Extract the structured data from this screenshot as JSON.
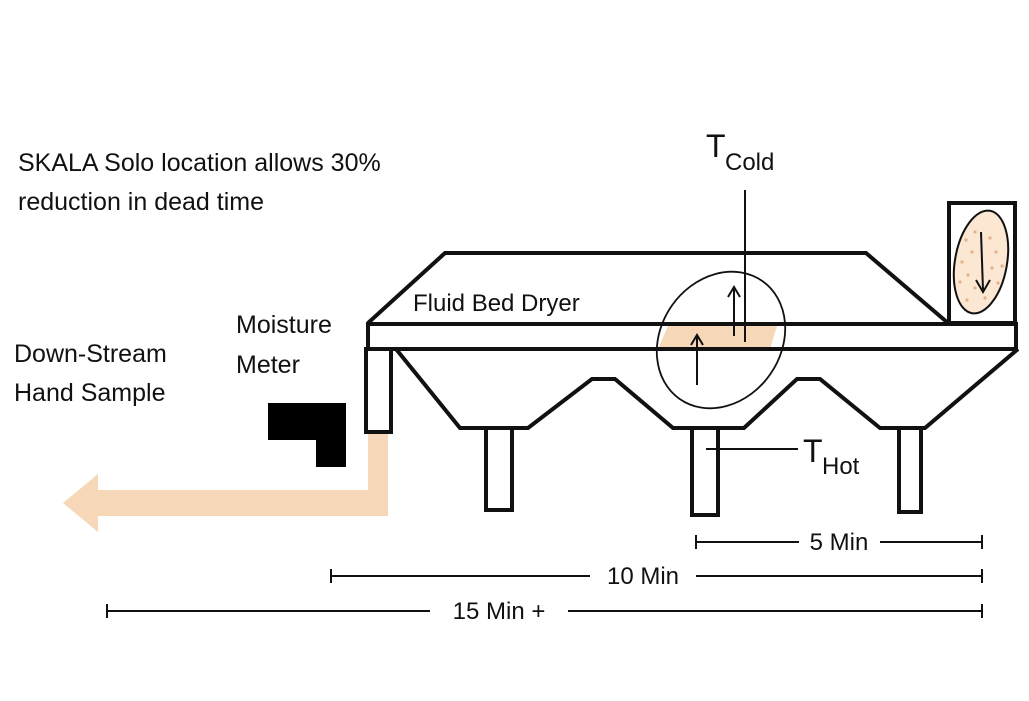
{
  "note": {
    "line1": "SKALA Solo location allows 30%",
    "line2": "reduction in dead time"
  },
  "labels": {
    "dryer": "Fluid Bed Dryer",
    "moisture_meter_line1": "Moisture",
    "moisture_meter_line2": "Meter",
    "hand_sample_line1": "Down-Stream",
    "hand_sample_line2": "Hand Sample",
    "t_cold_main": "T",
    "t_cold_sub": "Cold",
    "t_hot_main": "T",
    "t_hot_sub": "Hot"
  },
  "timeline": [
    {
      "label": "5 Min"
    },
    {
      "label": "10 Min"
    },
    {
      "label": "15 Min +"
    }
  ],
  "colors": {
    "product": "#f6d7b8",
    "line": "#111111",
    "meter": "#000000",
    "background": "#ffffff"
  }
}
